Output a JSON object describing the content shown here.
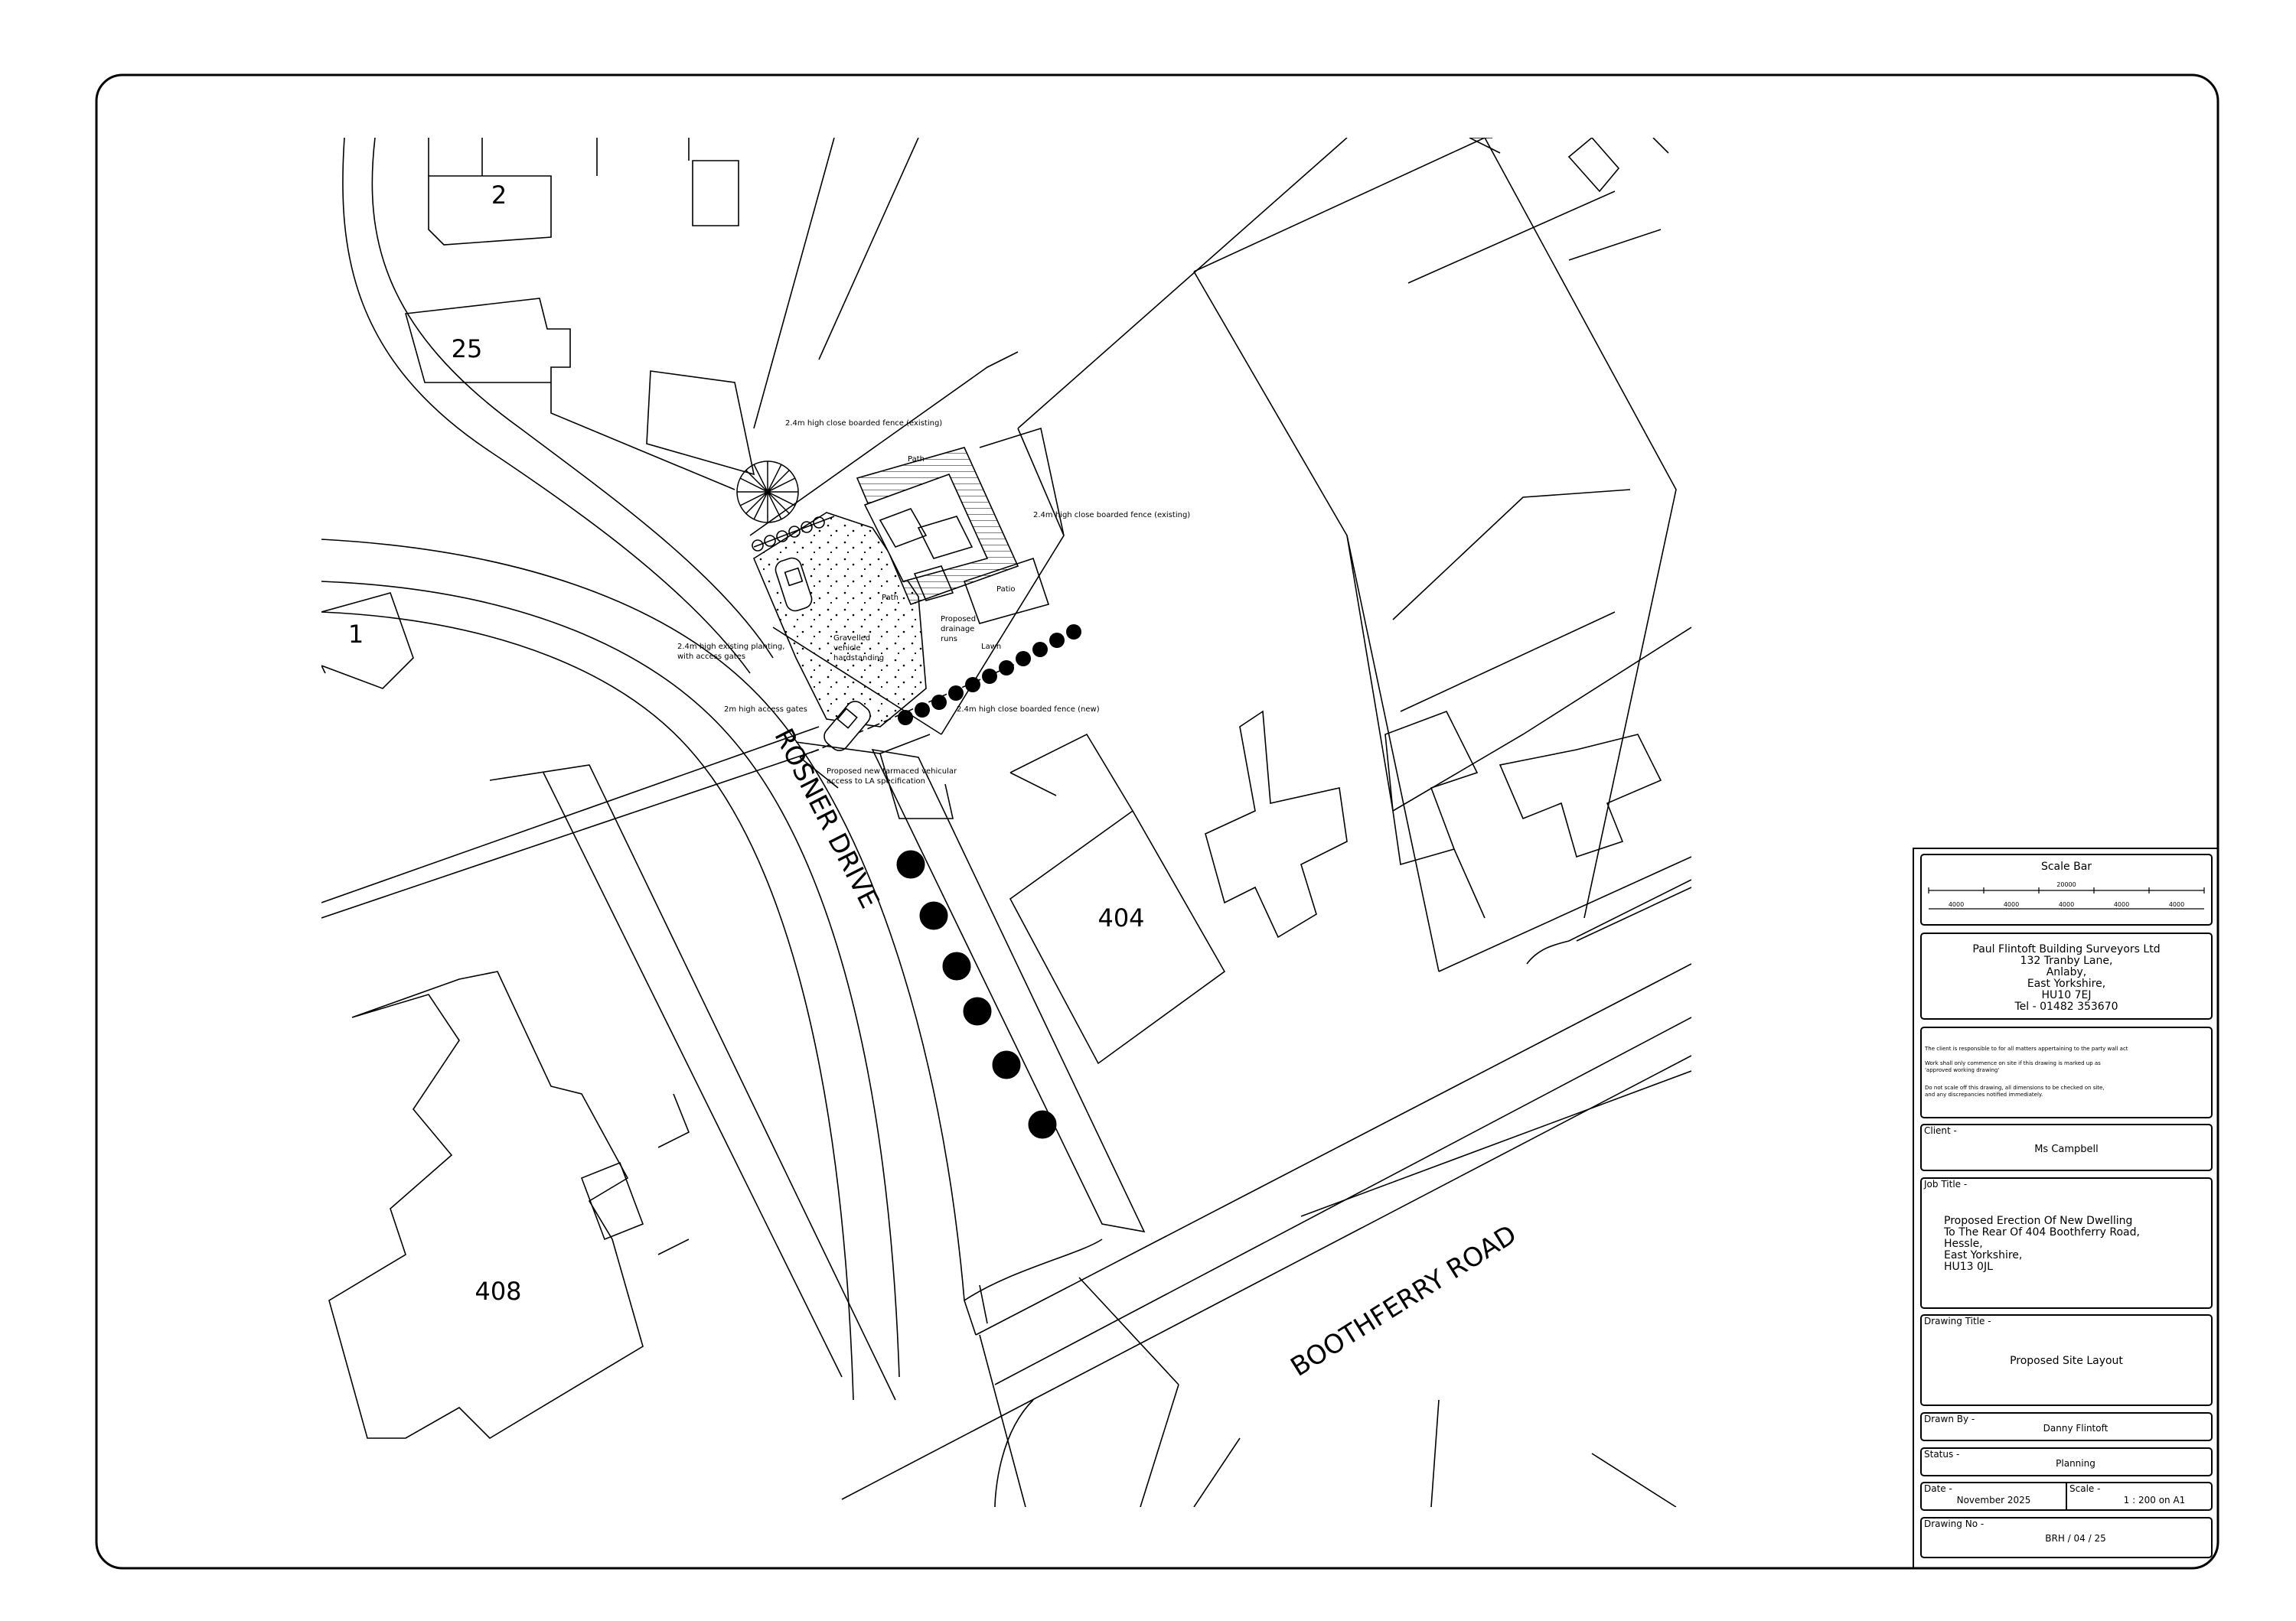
{
  "plan": {
    "house_numbers": {
      "n2": "2",
      "n25": "25",
      "n1": "1",
      "n404": "404",
      "n408": "408"
    },
    "roads": {
      "rosner": "ROSNER DRIVE",
      "boothferry": "BOOTHFERRY ROAD"
    },
    "notes": {
      "fence_existing_north": "2.4m high close boarded fence (existing)",
      "fence_existing_east": "2.4m high close boarded fence (existing)",
      "fence_new": "2.4m high close boarded fence (new)",
      "planting": "2.4m high existing planting,\nwith access gates",
      "access_gates": "2m high access gates",
      "graveled": "Gravelled\nvehicle\nhardstanding",
      "drainage": "Proposed\ndrainage\nruns",
      "lawn": "Lawn",
      "patio": "Patio",
      "path_1": "Path",
      "path_2": "Path",
      "tarmac": "Proposed new tarmaced vehicular\naccess to LA specification"
    }
  },
  "title_block": {
    "scale_bar": {
      "title": "Scale Bar",
      "total": "20000",
      "segments": [
        "4000",
        "4000",
        "4000",
        "4000",
        "4000"
      ]
    },
    "company": {
      "name": "Paul Flintoft Building Surveyors Ltd",
      "line1": "132 Tranby Lane,",
      "line2": "Anlaby,",
      "line3": "East Yorkshire,",
      "line4": "HU10 7EJ",
      "tel": "Tel - 01482 353670"
    },
    "disclaimer": {
      "line1": "The client is responsible to for all matters appertaining to the party wall act",
      "line2": "Work shall only commence on site if this drawing is marked up as",
      "line3": "'approved working drawing'",
      "line4": "Do not scale off this drawing, all dimensions to be checked on site,",
      "line5": "and any discrepancies notified immediately."
    },
    "client": {
      "label": "Client -",
      "value": "Ms Campbell"
    },
    "job": {
      "label": "Job Title -",
      "line1": "Proposed Erection Of New Dwelling",
      "line2": "To The Rear Of 404 Boothferry Road,",
      "line3": "Hessle,",
      "line4": "East Yorkshire,",
      "line5": "HU13 0JL"
    },
    "drawing_title": {
      "label": "Drawing Title -",
      "value": "Proposed Site Layout"
    },
    "drawn_by": {
      "label": "Drawn By -",
      "value": "Danny Flintoft"
    },
    "status": {
      "label": "Status -",
      "value": "Planning"
    },
    "date": {
      "label": "Date -",
      "value": "November 2025"
    },
    "scale": {
      "label": "Scale -",
      "value": "1 : 200 on A1"
    },
    "drawing_no": {
      "label": "Drawing No -",
      "value": "BRH / 04 / 25"
    }
  }
}
